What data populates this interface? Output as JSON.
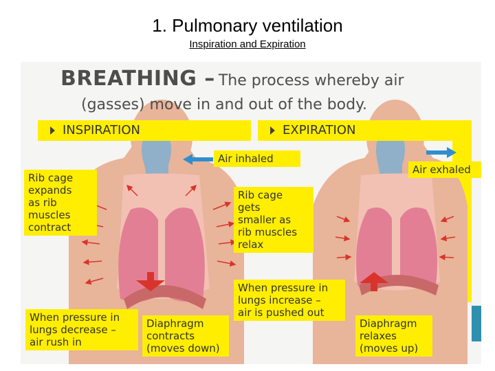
{
  "slide": {
    "title": "1. Pulmonary ventilation",
    "subtitle": "Inspiration and Expiration"
  },
  "diagram": {
    "heading_big": "BREATHING –",
    "heading_rest_1": "The process whereby air",
    "heading_rest_2": "(gasses) move in and out of the body.",
    "inspiration": {
      "bar_label": "INSPIRATION",
      "air": "Air inhaled",
      "rib": "Rib cage\nexpands\nas rib\nmuscles\ncontract",
      "pressure": "When pressure in\nlungs decrease –\nair rush in",
      "diaphragm": "Diaphragm\ncontracts\n(moves down)"
    },
    "expiration": {
      "bar_label": "EXPIRATION",
      "air": "Air exhaled",
      "rib": "Rib cage\ngets\nsmaller as\nrib muscles\nrelax",
      "pressure": "When pressure in\nlungs increase –\nair is pushed out",
      "diaphragm": "Diaphragm\nrelaxes\n(moves up)"
    },
    "colors": {
      "label_bg": "#ffee00",
      "skin": "#e8b49a",
      "lung": "#e37f95",
      "trachea": "#8fb0c8",
      "arrow_air": "#2f8fce",
      "arrow_rib": "#d9342b"
    }
  }
}
